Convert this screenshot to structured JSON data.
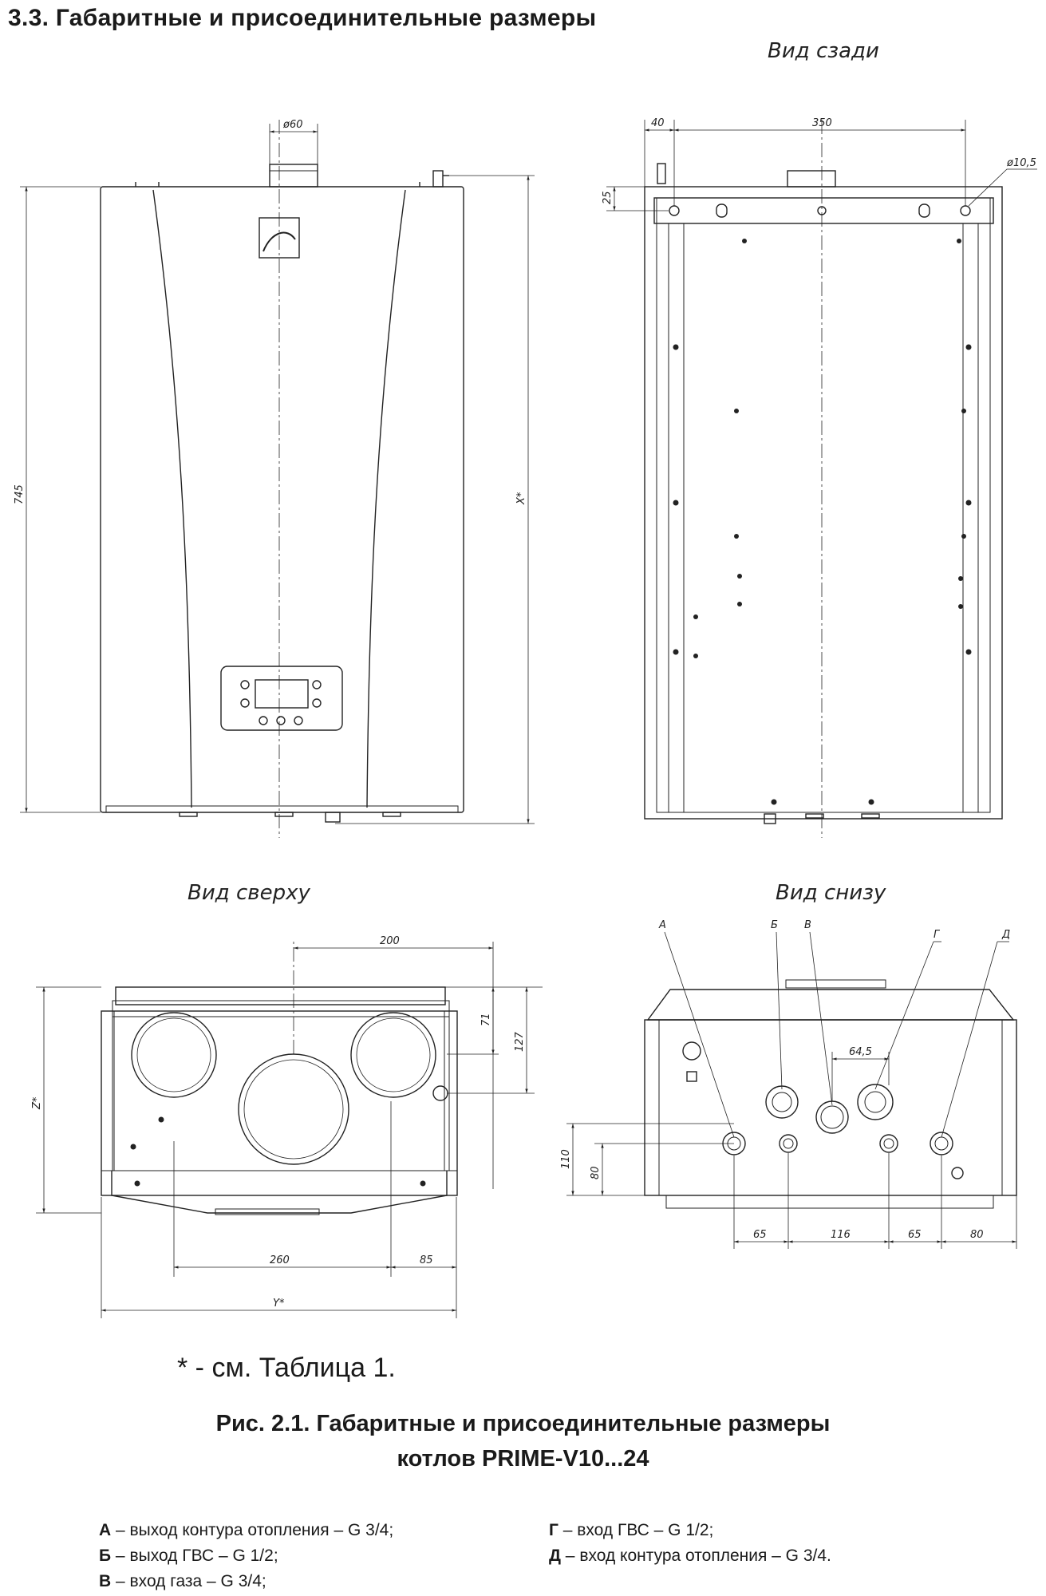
{
  "section_title": "3.3.  Габаритные и присоединительные размеры",
  "views": {
    "rear": "Вид сзади",
    "top": "Вид сверху",
    "bottom": "Вид снизу"
  },
  "dims": {
    "front_pipe": "ø60",
    "front_height": "745",
    "front_x": "X*",
    "rear_40": "40",
    "rear_350": "350",
    "rear_hole": "ø10,5",
    "rear_25": "25",
    "top_200": "200",
    "top_71": "71",
    "top_127": "127",
    "top_z": "Z*",
    "top_260": "260",
    "top_85": "85",
    "top_y": "Y*",
    "bot_64_5": "64,5",
    "bot_110": "110",
    "bot_80v": "80",
    "bot_65a": "65",
    "bot_116": "116",
    "bot_65b": "65",
    "bot_80h": "80"
  },
  "connections": [
    "А",
    "Б",
    "В",
    "Г",
    "Д"
  ],
  "footnote": "* - см. Таблица 1.",
  "caption_line1": "Рис. 2.1. Габаритные и присоединительные размеры",
  "caption_line2": "котлов PRIME-V10...24",
  "legend": {
    "left": [
      {
        "letter": "А",
        "text": " – выход контура отопления – G 3/4;"
      },
      {
        "letter": "Б",
        "text": " – выход ГВС – G 1/2;"
      },
      {
        "letter": "В",
        "text": " – вход газа – G 3/4;"
      }
    ],
    "right": [
      {
        "letter": "Г",
        "text": " – вход ГВС – G 1/2;"
      },
      {
        "letter": "Д",
        "text": " – вход контура отопления – G 3/4."
      }
    ]
  }
}
